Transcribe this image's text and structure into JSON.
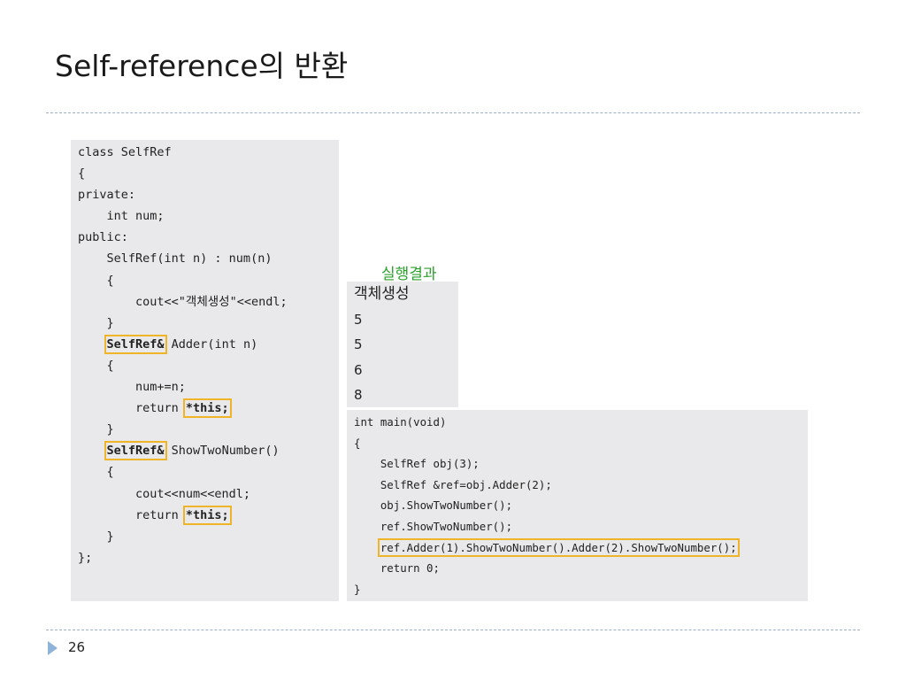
{
  "slide": {
    "title": "Self-reference의 반환",
    "page_number": "26"
  },
  "left_code": {
    "lines": [
      "class SelfRef",
      "{",
      "private:",
      "    int num;",
      "public:",
      "    SelfRef(int n) : num(n)",
      "    {",
      "        cout<<\"객체생성\"<<endl;",
      "    }",
      "    ",
      " Adder(int n)",
      "    {",
      "        num+=n;",
      "        return ",
      "    }",
      "    ",
      " ShowTwoNumber()",
      "    {",
      "        cout<<num<<endl;",
      "        return ",
      "    }",
      "};"
    ],
    "highlight_return_type": "SelfRef&",
    "highlight_return_value": "*this;"
  },
  "result": {
    "label": "실행결과",
    "lines": [
      "객체생성",
      "5",
      "5",
      "6",
      "8"
    ]
  },
  "right_code": {
    "lines": [
      "int main(void)",
      "{",
      "    SelfRef obj(3);",
      "    SelfRef &ref=obj.Adder(2);",
      "    obj.ShowTwoNumber();",
      "    ref.ShowTwoNumber();",
      "    ",
      "    return 0;",
      "}"
    ],
    "highlight_line": "ref.Adder(1).ShowTwoNumber().Adder(2).ShowTwoNumber();"
  },
  "colors": {
    "code_background": "#e9e9ec",
    "highlight_box": "#f0b429",
    "result_label": "#2ca02c",
    "divider": "#9ab0c6",
    "slide_marker": "#8fb3d9"
  }
}
